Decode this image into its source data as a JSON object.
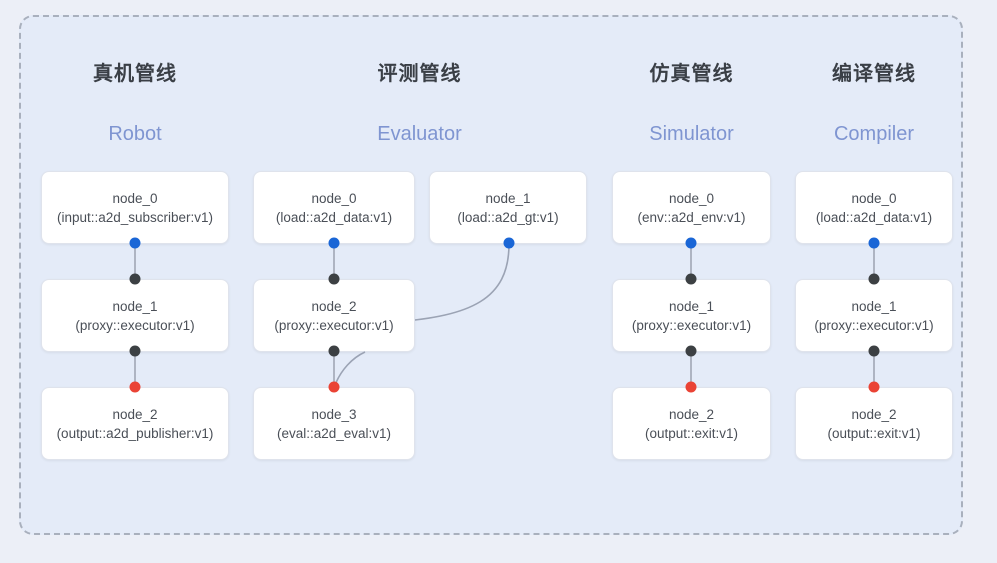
{
  "panel": {
    "background_color": "#e4ebf8",
    "border_color": "#a9b0bd",
    "page_background": "#eceff7"
  },
  "colors": {
    "cn_title": "#3a3f46",
    "en_title": "#7f95d1",
    "node_text": "#4a4f57",
    "port_blue": "#1a66d6",
    "port_black": "#3c4043",
    "port_red": "#ea4335",
    "edge": "#9ba3b4"
  },
  "columns": [
    {
      "cn_title": "真机管线",
      "en_title": "Robot",
      "nodes": [
        {
          "name": "node_0",
          "type": "(input::a2d_subscriber:v1)"
        },
        {
          "name": "node_1",
          "type": "(proxy::executor:v1)"
        },
        {
          "name": "node_2",
          "type": "(output::a2d_publisher:v1)"
        }
      ]
    },
    {
      "cn_title": "评测管线",
      "en_title": "Evaluator",
      "nodes": [
        {
          "name": "node_0",
          "type": "(load::a2d_data:v1)"
        },
        {
          "name": "node_1",
          "type": "(load::a2d_gt:v1)"
        },
        {
          "name": "node_2",
          "type": "(proxy::executor:v1)"
        },
        {
          "name": "node_3",
          "type": "(eval::a2d_eval:v1)"
        }
      ]
    },
    {
      "cn_title": "仿真管线",
      "en_title": "Simulator",
      "nodes": [
        {
          "name": "node_0",
          "type": "(env::a2d_env:v1)"
        },
        {
          "name": "node_1",
          "type": "(proxy::executor:v1)"
        },
        {
          "name": "node_2",
          "type": "(output::exit:v1)"
        }
      ]
    },
    {
      "cn_title": "编译管线",
      "en_title": "Compiler",
      "nodes": [
        {
          "name": "node_0",
          "type": "(load::a2d_data:v1)"
        },
        {
          "name": "node_1",
          "type": "(proxy::executor:v1)"
        },
        {
          "name": "node_2",
          "type": "(output::exit:v1)"
        }
      ]
    }
  ]
}
